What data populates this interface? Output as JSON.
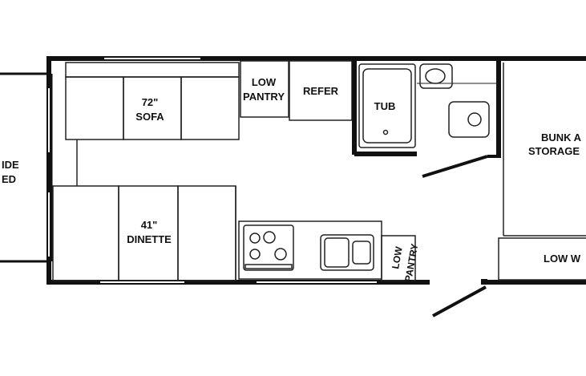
{
  "floorplan": {
    "rooms": {
      "slide_bed": {
        "line1": "IDE",
        "line2": "ED"
      },
      "sofa": {
        "size": "72\"",
        "name": "SOFA"
      },
      "low_pantry_top": {
        "line1": "LOW",
        "line2": "PANTRY"
      },
      "refer": {
        "name": "REFER"
      },
      "tub": {
        "name": "TUB"
      },
      "bunk": {
        "line1": "BUNK A",
        "line2": "STORAGE"
      },
      "dinette": {
        "size": "41\"",
        "name": "DINETTE"
      },
      "low_pantry_bottom": {
        "line1": "LOW",
        "line2": "PANTRY"
      },
      "low_w": {
        "name": "LOW W"
      }
    }
  }
}
